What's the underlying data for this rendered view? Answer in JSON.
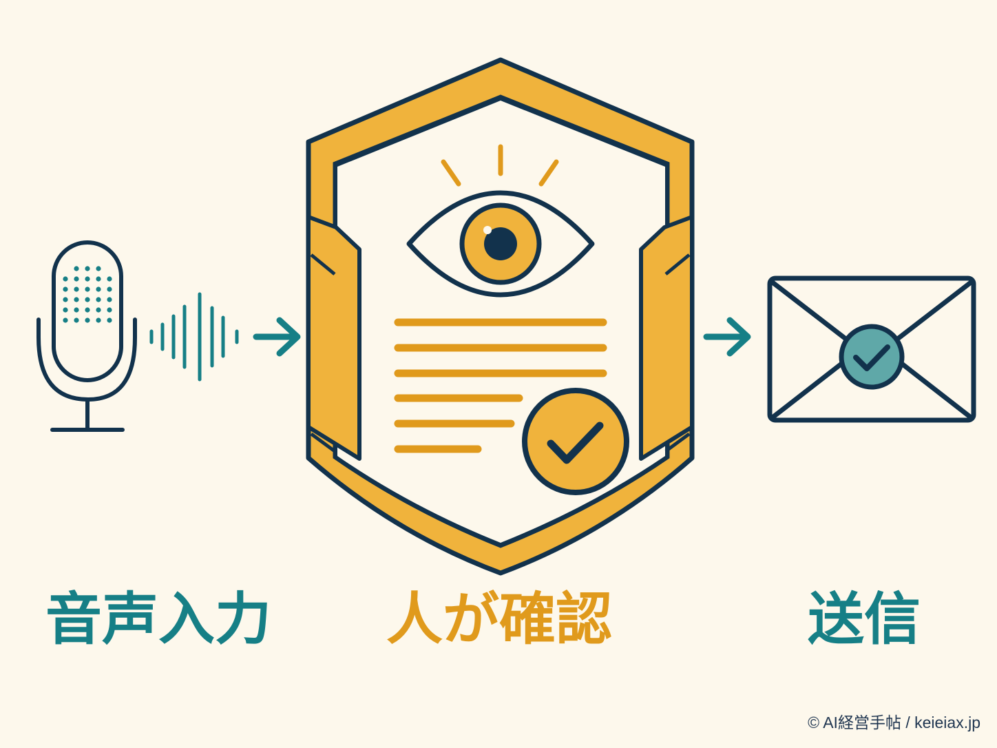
{
  "colors": {
    "background": "#fdf8ec",
    "teal": "#167f86",
    "gold": "#e09a1c",
    "shield_gold": "#f0b33c",
    "navy": "#12324c"
  },
  "icons": {
    "input": "microphone-icon",
    "sound": "sound-wave-icon",
    "review": "shield-eye-document-icon",
    "send": "envelope-check-icon"
  },
  "steps": [
    {
      "label": "音声入力"
    },
    {
      "label": "人が確認"
    },
    {
      "label": "送信"
    }
  ],
  "credit": "© AI経営手帖 / keieiax.jp"
}
